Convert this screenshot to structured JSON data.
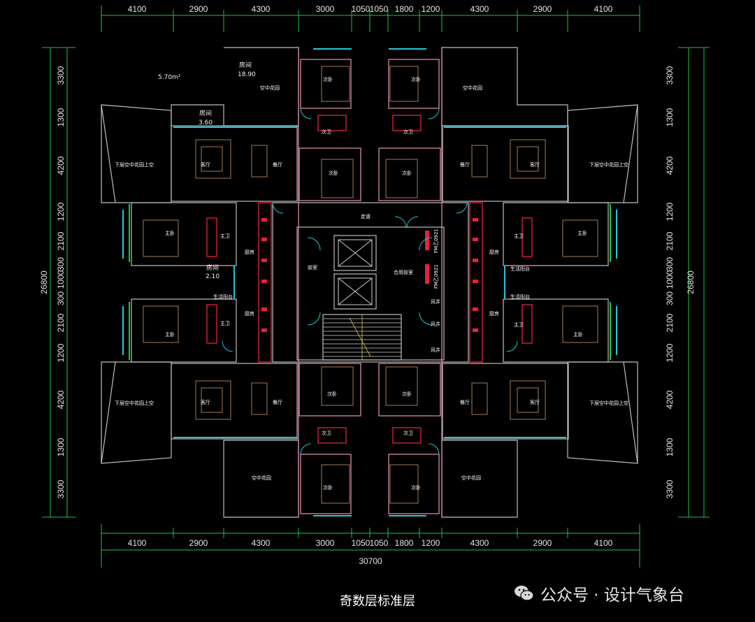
{
  "dimensions": {
    "top_segments": [
      "4100",
      "2900",
      "4300",
      "3000",
      "1050",
      "1050",
      "1800",
      "1200",
      "4300",
      "2900",
      "4100"
    ],
    "bottom_segments": [
      "4100",
      "2900",
      "4300",
      "3000",
      "1050",
      "1050",
      "1800",
      "1200",
      "4300",
      "2900",
      "4100"
    ],
    "bottom_total": "30700",
    "left_segments": [
      "3300",
      "1300",
      "4200",
      "1200",
      "2100",
      "300",
      "1000",
      "300",
      "2100",
      "1200",
      "4200",
      "1300",
      "3300"
    ],
    "right_segments": [
      "3300",
      "1300",
      "4200",
      "1200",
      "2100",
      "300",
      "1000",
      "300",
      "2100",
      "1200",
      "4200",
      "1300",
      "3300"
    ],
    "side_total": "26800"
  },
  "rooms": {
    "area_top_left": "5.70m²",
    "room_a_name": "房间",
    "room_a_area": "18.90",
    "room_b_name": "房间",
    "room_b_area": "3.60",
    "room_c_name": "房间",
    "room_c_area": "2.10",
    "sky_garden": "空中花园",
    "lower_floor_void": "下层空中花园上空",
    "living": "客厅",
    "dining": "餐厅",
    "master_bed": "主卧",
    "master_bath": "主卫",
    "second_bed": "次卧",
    "second_bath": "次卫",
    "kitchen": "厨房",
    "laundry": "生活阳台",
    "corridor": "走道",
    "front_room": "前室",
    "shared_front": "合用前室",
    "shaft": "风井",
    "door_fm1": "FM乙0921",
    "door_fm2": "FM乙0921"
  },
  "caption": "奇数层标准层",
  "watermark": "公众号 · 设计气象台",
  "colors": {
    "background": "#000000",
    "wall_red": "#e8223a",
    "wall_pink": "#d88aa6",
    "window_cyan": "#20c8d8",
    "dim_green": "#19c83c",
    "wall_gray": "#bfbfbf",
    "furniture_brown": "#a67a55",
    "yellow": "#d8d040"
  }
}
